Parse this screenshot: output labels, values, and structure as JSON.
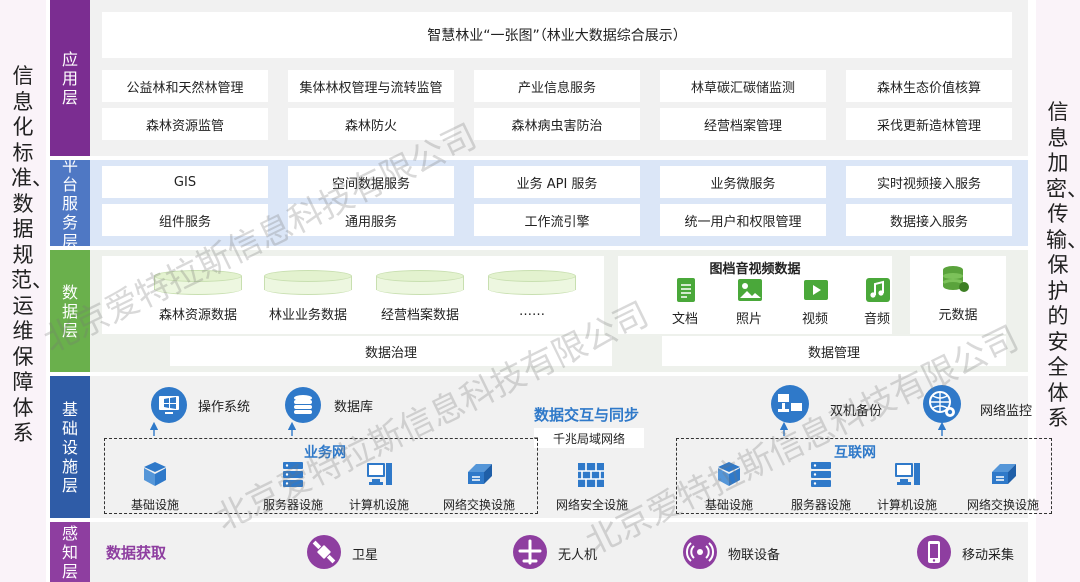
{
  "left_pillar": {
    "text": "信息化标准、数据规范、运维保障体系"
  },
  "right_pillar": {
    "text": "信息加密、传输、保护的安全体系"
  },
  "colors": {
    "application": "#7b2d91",
    "platform": "#4f78c4",
    "data": "#6ab04c",
    "infrastructure": "#2f5ca7",
    "perception": "#8e3ea0",
    "accent_blue": "#2f79c9"
  },
  "application_layer": {
    "label": "应用层",
    "banner": "智慧林业“一张图”（林业大数据综合展示）",
    "row1": [
      "公益林和天然林管理",
      "集体林权管理与流转监管",
      "产业信息服务",
      "林草碳汇碳储监测",
      "森林生态价值核算"
    ],
    "row2": [
      "森林资源监管",
      "森林防火",
      "森林病虫害防治",
      "经营档案管理",
      "采伐更新造林管理"
    ]
  },
  "platform_layer": {
    "label": "平台服务层",
    "row1": [
      "GIS",
      "空间数据服务",
      "业务 API 服务",
      "业务微服务",
      "实时视频接入服务"
    ],
    "row2": [
      "组件服务",
      "通用服务",
      "工作流引擎",
      "统一用户和权限管理",
      "数据接入服务"
    ]
  },
  "data_layer": {
    "label": "数据层",
    "stores": [
      "森林资源数据",
      "林业业务数据",
      "经营档案数据",
      "……"
    ],
    "media_title": "图档音视频数据",
    "media": [
      {
        "label": "文档",
        "icon": "document-icon"
      },
      {
        "label": "照片",
        "icon": "photo-icon"
      },
      {
        "label": "视频",
        "icon": "video-icon"
      },
      {
        "label": "音频",
        "icon": "audio-icon"
      }
    ],
    "meta": {
      "label": "元数据",
      "icon": "metadata-icon"
    },
    "governance": "数据治理",
    "management": "数据管理"
  },
  "infrastructure_layer": {
    "label": "基础设施层",
    "os": "操作系统",
    "db": "数据库",
    "backup": "双机备份",
    "monitor": "网络监控",
    "sync_title": "数据交互与同步",
    "lan": "千兆局域网络",
    "business_net": "业务网",
    "internet": "互联网",
    "business_items": [
      "基础设施",
      "服务器设施",
      "计算机设施",
      "网络交换设施"
    ],
    "security": "网络安全设施",
    "internet_items": [
      "基础设施",
      "服务器设施",
      "计算机设施",
      "网络交换设施"
    ]
  },
  "perception_layer": {
    "label": "感知层",
    "title": "数据获取",
    "items": [
      {
        "label": "卫星",
        "icon": "satellite-icon"
      },
      {
        "label": "无人机",
        "icon": "drone-icon"
      },
      {
        "label": "物联设备",
        "icon": "iot-icon"
      },
      {
        "label": "移动采集",
        "icon": "mobile-icon"
      }
    ]
  },
  "watermark": "北京爱特拉斯信息科技有限公司"
}
